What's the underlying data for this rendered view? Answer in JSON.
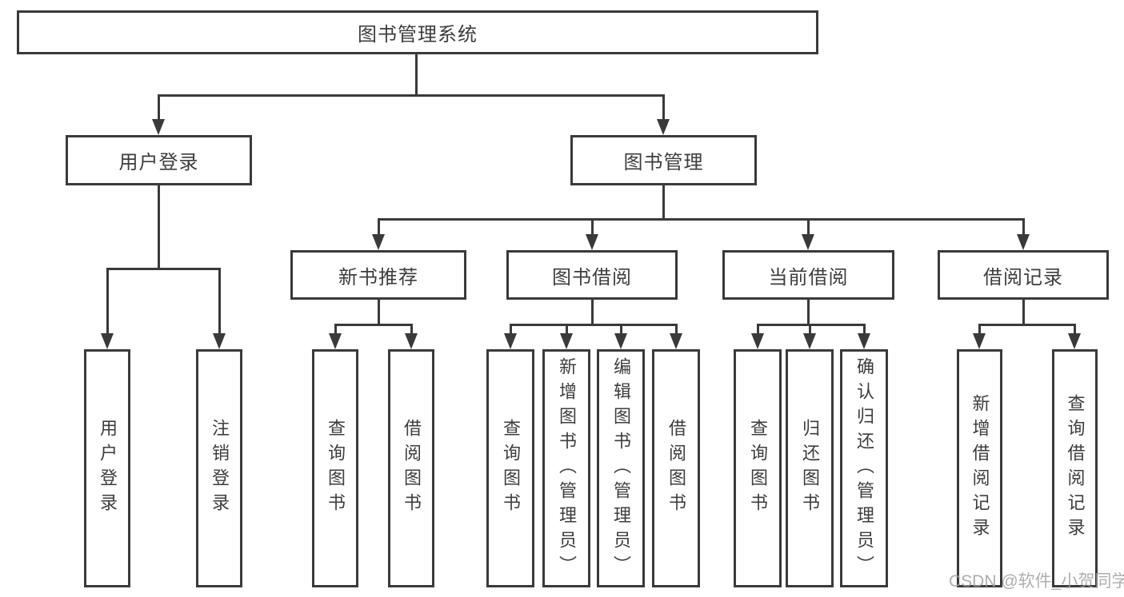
{
  "tree": {
    "root": {
      "label": "图书管理系统",
      "children": [
        {
          "label": "用户登录",
          "children": [
            {
              "label": "用户登录"
            },
            {
              "label": "注销登录"
            }
          ]
        },
        {
          "label": "图书管理",
          "children": [
            {
              "label": "新书推荐",
              "children": [
                {
                  "label": "查询图书"
                },
                {
                  "label": "借阅图书"
                }
              ]
            },
            {
              "label": "图书借阅",
              "children": [
                {
                  "label": "查询图书"
                },
                {
                  "label": "新增图书（管理员）"
                },
                {
                  "label": "编辑图书（管理员）"
                },
                {
                  "label": "借阅图书"
                }
              ]
            },
            {
              "label": "当前借阅",
              "children": [
                {
                  "label": "查询图书"
                },
                {
                  "label": "归还图书"
                },
                {
                  "label": "确认归还（管理员）"
                }
              ]
            },
            {
              "label": "借阅记录",
              "children": [
                {
                  "label": "新增借阅记录"
                },
                {
                  "label": "查询借阅记录"
                }
              ]
            }
          ]
        }
      ]
    }
  },
  "watermark": {
    "text": "CSDN @软件_小贺同学"
  },
  "colors": {
    "line": "#3a3a3a",
    "text": "#3d3d3d",
    "background": "#ffffff",
    "watermark": "#a0a0a0"
  }
}
